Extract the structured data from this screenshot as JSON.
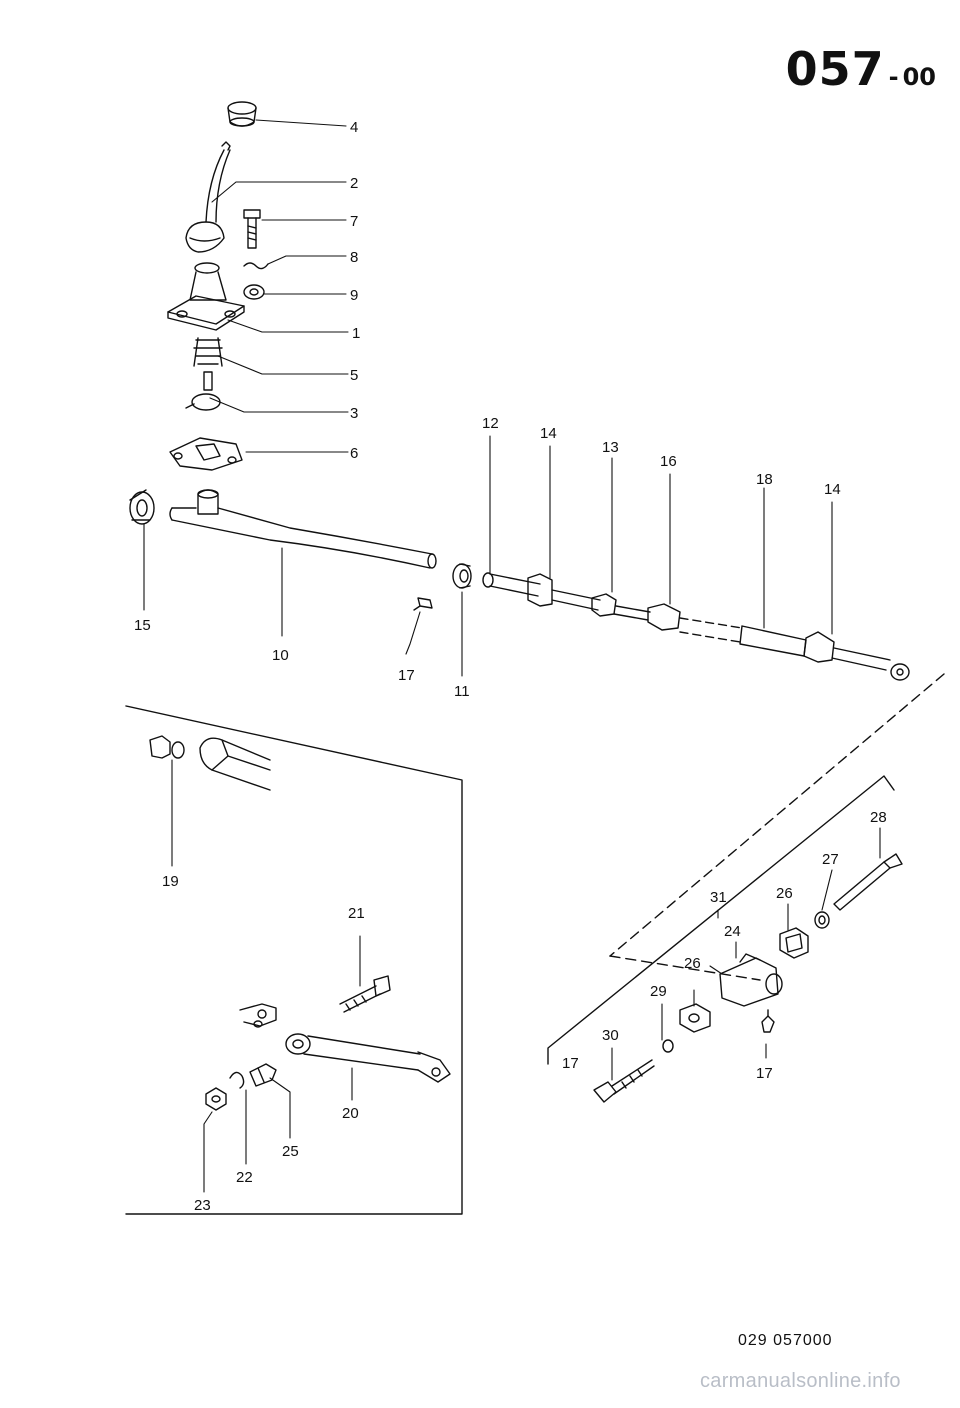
{
  "page": {
    "page_code": "057",
    "page_suffix": "00",
    "reference": "029 057000",
    "footer_link": "carmanualsonline.info"
  },
  "callouts": [
    {
      "number": "4"
    },
    {
      "number": "2"
    },
    {
      "number": "7"
    },
    {
      "number": "8"
    },
    {
      "number": "9"
    },
    {
      "number": "1"
    },
    {
      "number": "5"
    },
    {
      "number": "3"
    },
    {
      "number": "6"
    },
    {
      "number": "15"
    },
    {
      "number": "10"
    },
    {
      "number": "17"
    },
    {
      "number": "11"
    },
    {
      "number": "12"
    },
    {
      "number": "14"
    },
    {
      "number": "13"
    },
    {
      "number": "16"
    },
    {
      "number": "18"
    },
    {
      "number": "14"
    },
    {
      "number": "19"
    },
    {
      "number": "21"
    },
    {
      "number": "20"
    },
    {
      "number": "25"
    },
    {
      "number": "22"
    },
    {
      "number": "23"
    },
    {
      "number": "28"
    },
    {
      "number": "27"
    },
    {
      "number": "26"
    },
    {
      "number": "31"
    },
    {
      "number": "24"
    },
    {
      "number": "26"
    },
    {
      "number": "29"
    },
    {
      "number": "30"
    },
    {
      "number": "17"
    },
    {
      "number": "17"
    }
  ]
}
